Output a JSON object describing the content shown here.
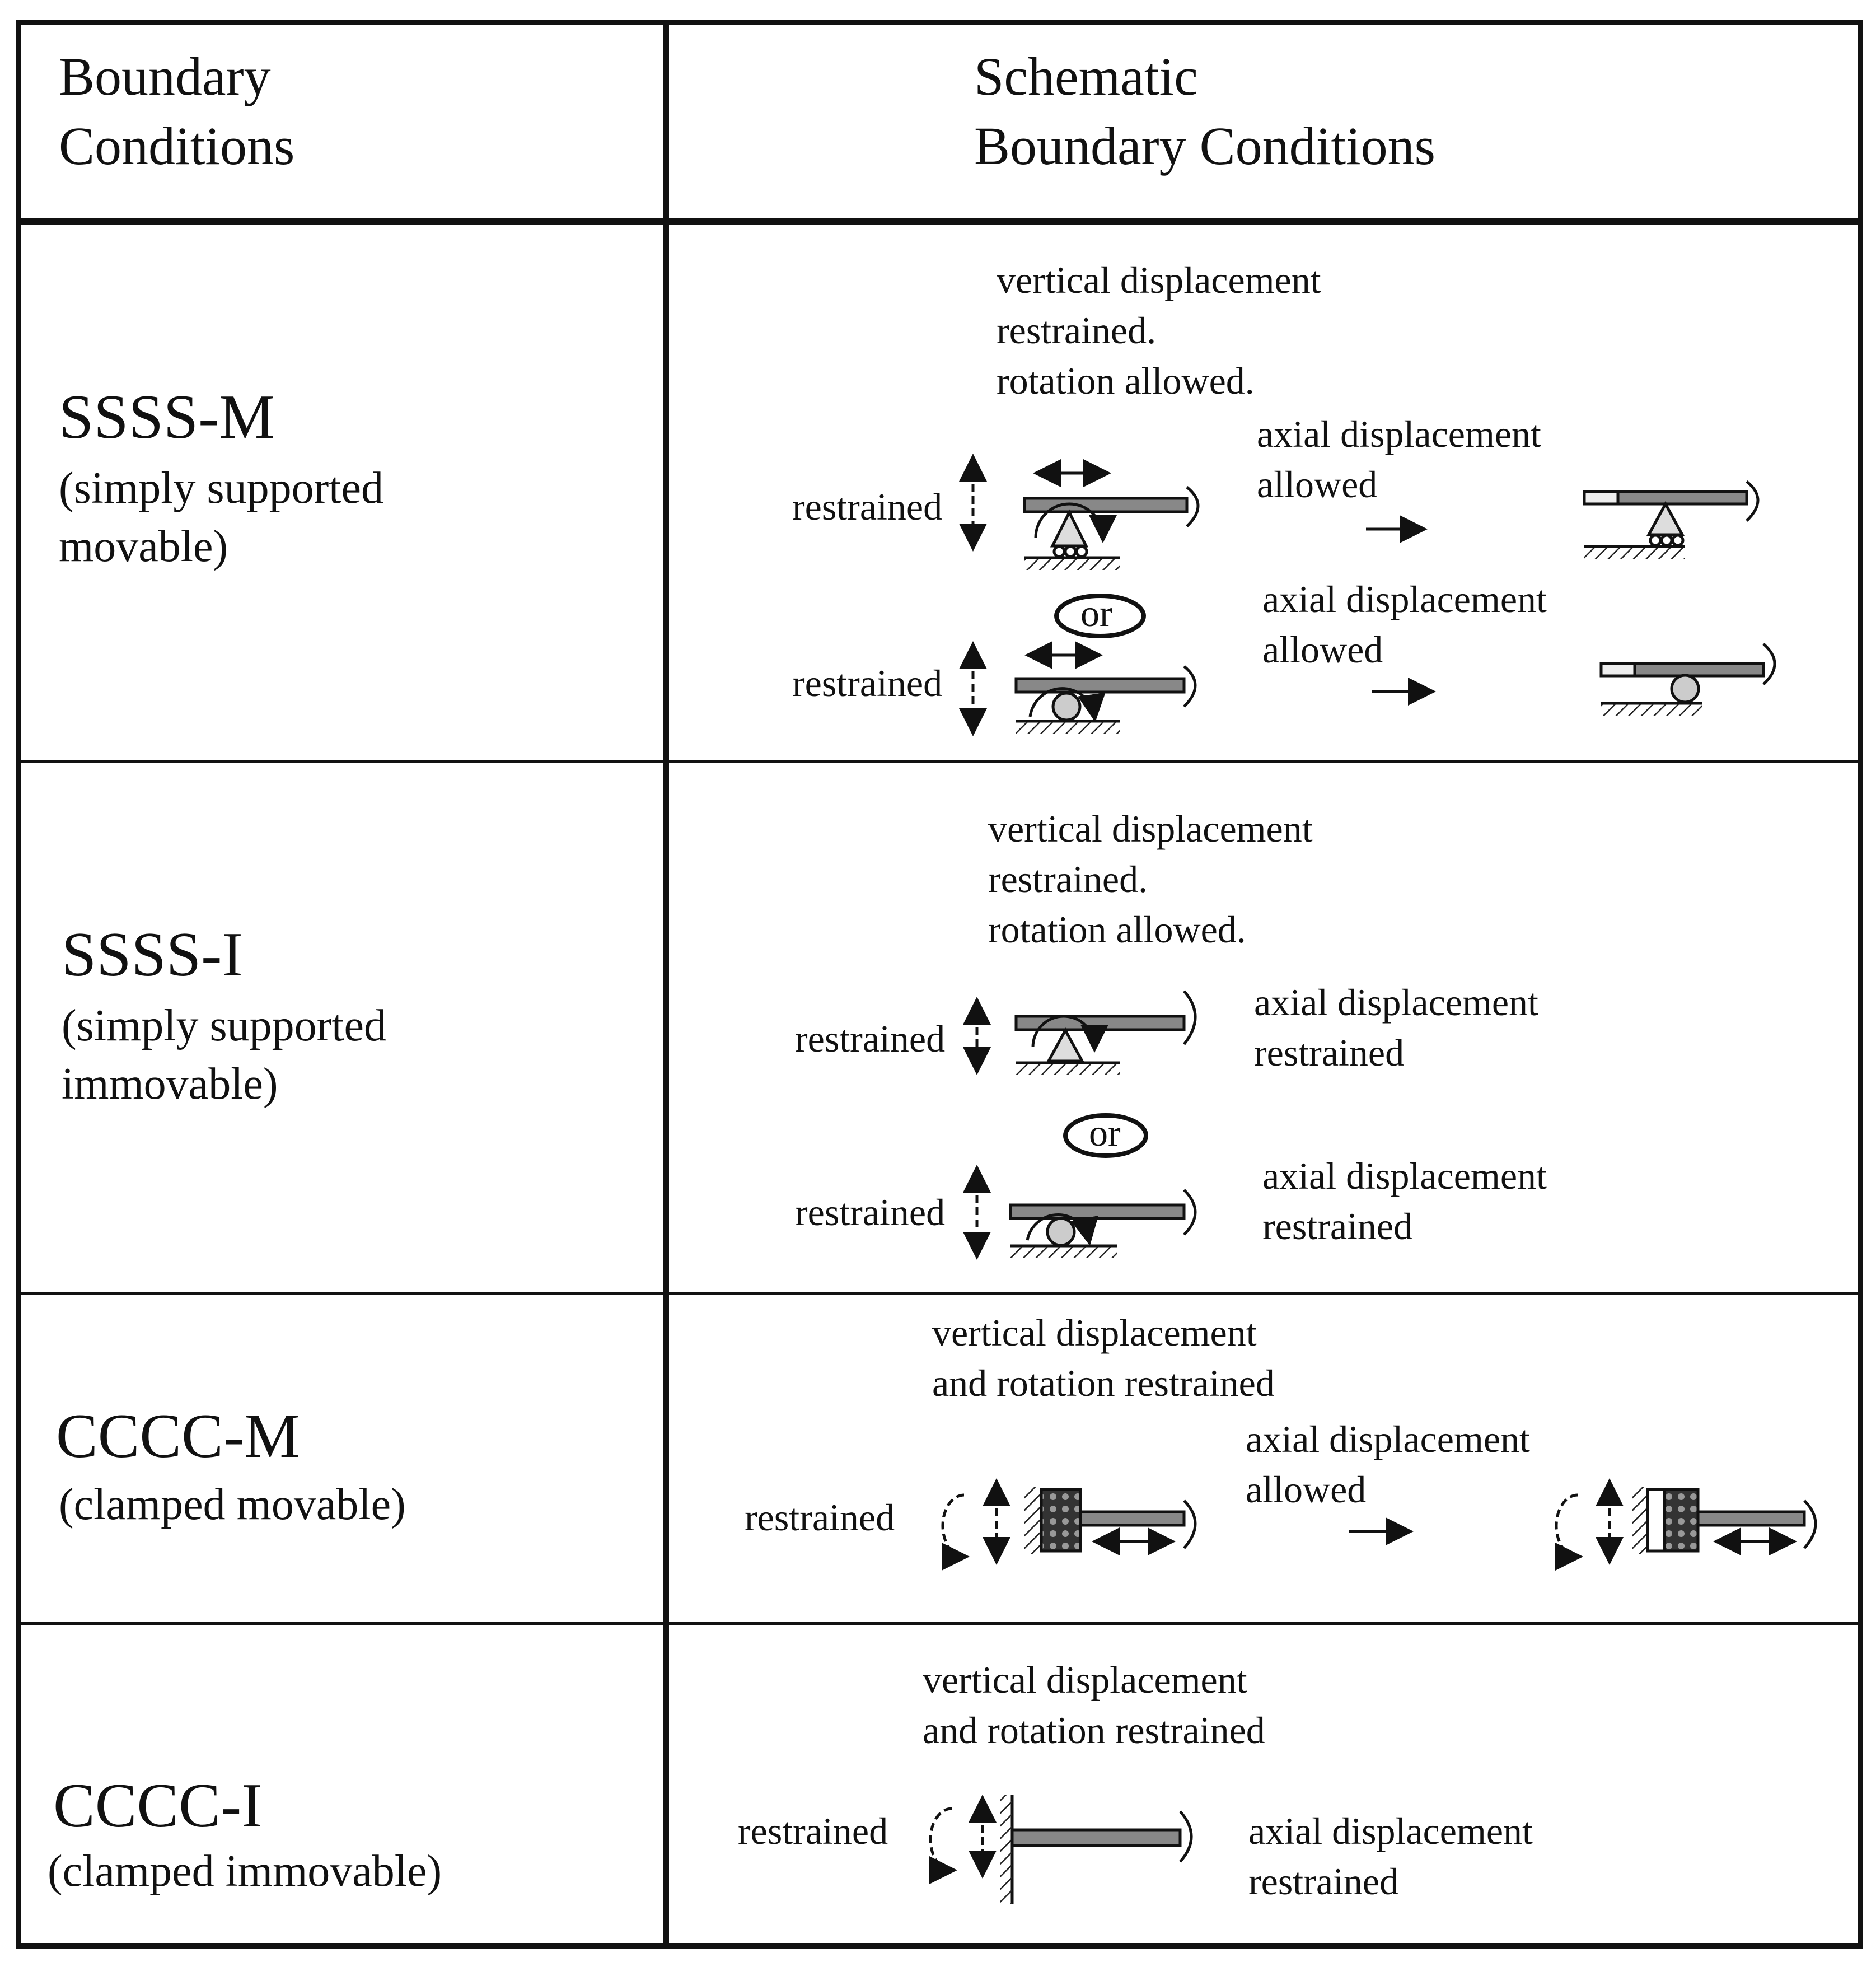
{
  "header": {
    "col1": [
      "Boundary",
      "Conditions"
    ],
    "col2": [
      "Schematic",
      "Boundary Conditions"
    ]
  },
  "rows": [
    {
      "code": "SSSS-M",
      "desc": [
        "(simply supported",
        "movable)"
      ],
      "top_note": [
        "vertical displacement",
        "restrained.",
        "rotation allowed."
      ],
      "support_a": {
        "label": "restrained",
        "axial": [
          "axial displacement",
          "allowed"
        ]
      },
      "separator": "or",
      "support_b": {
        "label": "restrained",
        "axial": [
          "axial displacement",
          "allowed"
        ]
      }
    },
    {
      "code": "SSSS-I",
      "desc": [
        "(simply supported",
        "immovable)"
      ],
      "top_note": [
        "vertical displacement",
        "restrained.",
        "rotation allowed."
      ],
      "support_a": {
        "label": "restrained",
        "axial": [
          "axial displacement",
          "restrained"
        ]
      },
      "separator": "or",
      "support_b": {
        "label": "restrained",
        "axial": [
          "axial displacement",
          "restrained"
        ]
      }
    },
    {
      "code": "CCCC-M",
      "desc": [
        "(clamped movable)"
      ],
      "top_note": [
        "vertical displacement",
        "and rotation restrained"
      ],
      "support_a": {
        "label": "restrained",
        "axial": [
          "axial displacement",
          "allowed"
        ]
      }
    },
    {
      "code": "CCCC-I",
      "desc": [
        "(clamped immovable)"
      ],
      "top_note": [
        "vertical displacement",
        "and rotation restrained"
      ],
      "support_a": {
        "label": "restrained",
        "axial": [
          "axial displacement",
          "restrained"
        ]
      }
    }
  ]
}
